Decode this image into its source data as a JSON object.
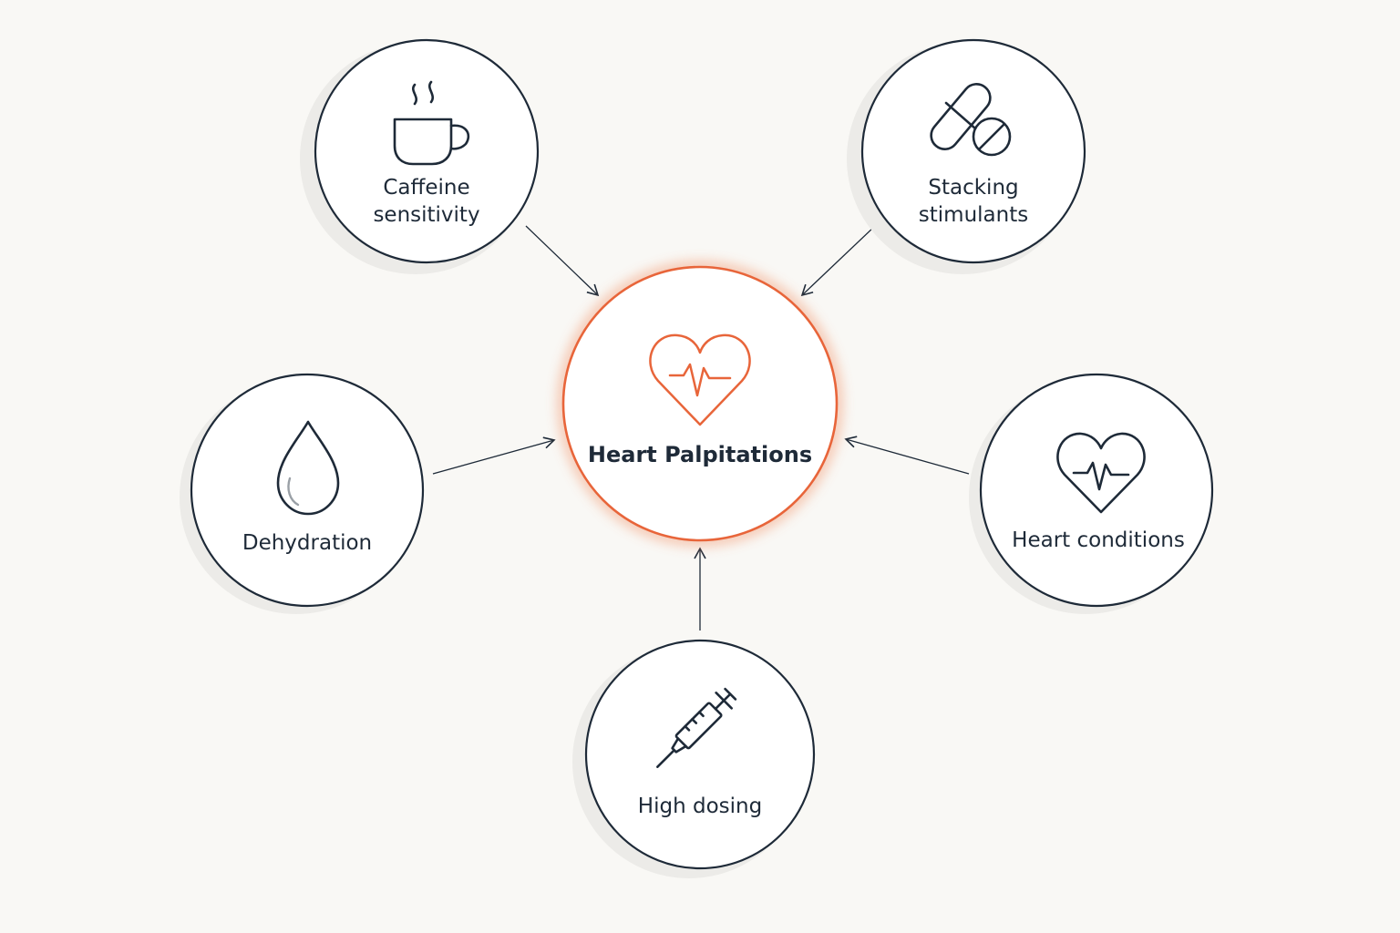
{
  "center": {
    "label": "Heart Palpitations",
    "icon": "heart-pulse-icon",
    "accent_color": "#e8653a"
  },
  "factors": [
    {
      "id": "caffeine",
      "lines": [
        "Caffeine",
        "sensitivity"
      ],
      "icon": "coffee-cup-icon"
    },
    {
      "id": "stimulants",
      "lines": [
        "Stacking",
        "stimulants"
      ],
      "icon": "pills-icon"
    },
    {
      "id": "dehydration",
      "lines": [
        "Dehydration"
      ],
      "icon": "water-drop-icon"
    },
    {
      "id": "heart-conditions",
      "lines": [
        "Heart conditions"
      ],
      "icon": "heart-pulse-icon"
    },
    {
      "id": "high-dosing",
      "lines": [
        "High dosing"
      ],
      "icon": "syringe-icon"
    }
  ],
  "colors": {
    "outline": "#1e2a38",
    "background": "#f9f8f5",
    "shadow": "#ecebe8"
  }
}
